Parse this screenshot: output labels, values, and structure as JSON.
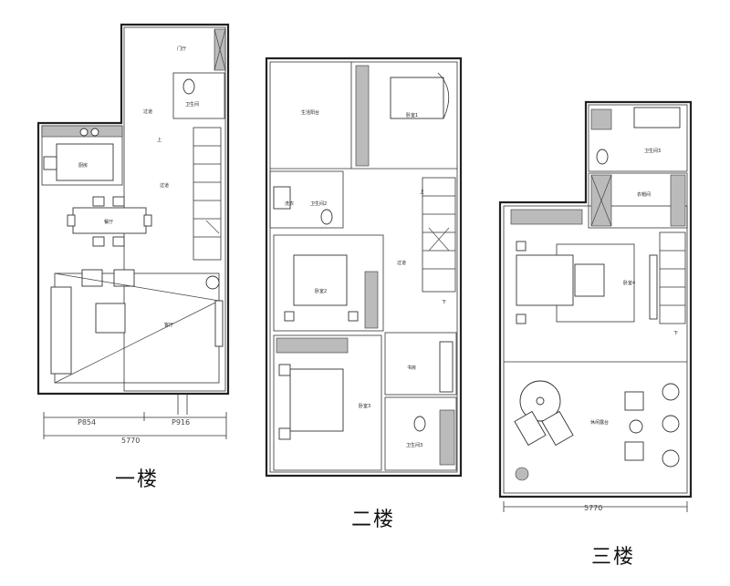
{
  "floors": [
    {
      "id": "floor1",
      "label": "一楼",
      "rooms": {
        "foyer": "门厅",
        "bath": "卫生间",
        "hall_top": "过道",
        "kitchen": "厨房",
        "hall_mid": "过道",
        "dining": "餐厅",
        "living": "客厅",
        "stair_up": "上"
      },
      "dimensions": {
        "left": "P854",
        "right": "P916",
        "total": "5770"
      }
    },
    {
      "id": "floor2",
      "label": "二楼",
      "rooms": {
        "balcony": "生活阳台",
        "bedroom1": "卧室1",
        "laundry": "洗衣",
        "bath2": "卫生间2",
        "hall": "过道",
        "bedroom2": "卧室2",
        "study": "书房",
        "bedroom3": "卧室3",
        "bath3": "卫生间3",
        "stair_up": "上",
        "stair_down": "下"
      }
    },
    {
      "id": "floor3",
      "label": "三楼",
      "rooms": {
        "bath": "卫生间3",
        "cloak": "衣帽间",
        "bedroom4": "卧室4",
        "terrace": "休闲露台",
        "stair_down": "下"
      },
      "dimensions": {
        "total": "5770"
      }
    }
  ]
}
